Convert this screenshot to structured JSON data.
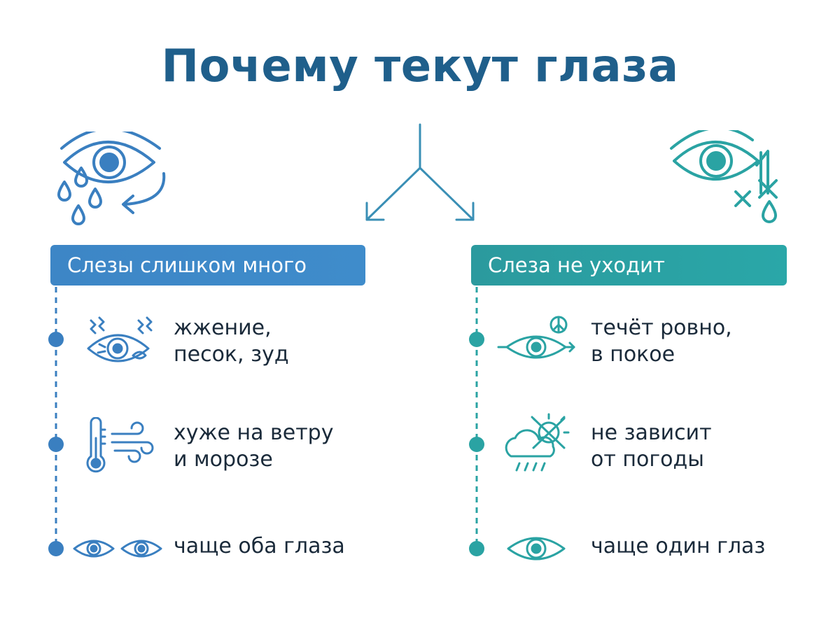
{
  "title": "Почему текут глаза",
  "left": {
    "header": "Слезы слишком много",
    "items": [
      {
        "text_line1": "жжение,",
        "text_line2": "песок, зуд",
        "icon": "irritated-eye-icon"
      },
      {
        "text_line1": "хуже на ветру",
        "text_line2": "и морозе",
        "icon": "cold-wind-icon"
      },
      {
        "text_line1": "чаще оба глаза",
        "icon": "two-eyes-icon"
      }
    ],
    "top_icon": "tearing-eye-icon",
    "color": "#3a7fc0"
  },
  "right": {
    "header": "Слеза не уходит",
    "items": [
      {
        "text_line1": "течёт ровно,",
        "text_line2": "в покое",
        "icon": "calm-eye-icon"
      },
      {
        "text_line1": "не зависит",
        "text_line2": "от погоды",
        "icon": "weather-crossed-icon"
      },
      {
        "text_line1": "чаще один глаз",
        "icon": "single-eye-icon"
      }
    ],
    "top_icon": "blocked-duct-eye-icon",
    "color": "#2aa3a3"
  }
}
